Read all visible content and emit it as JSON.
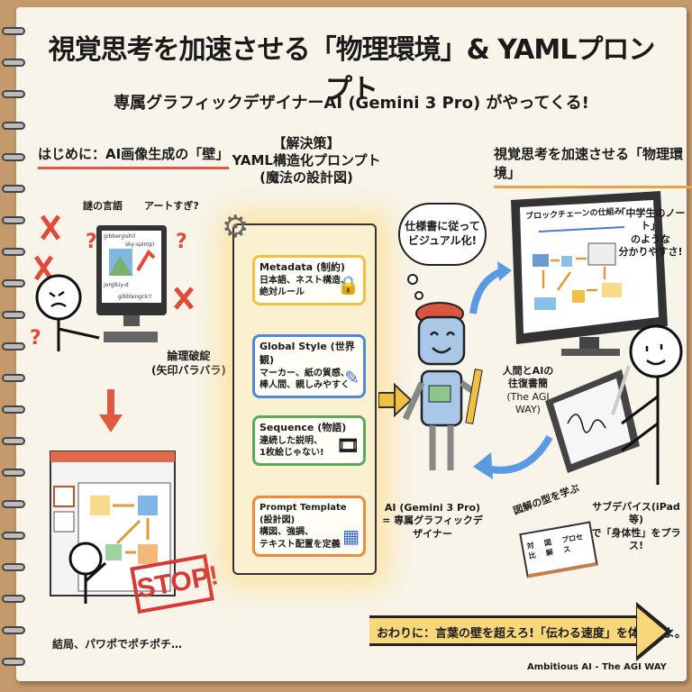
{
  "title": "視覚思考を加速させる「物理環境」& YAMLプロンプト",
  "subtitle": "専属グラフィックデザイナーAI (Gemini 3 Pro) がやってくる!",
  "left": {
    "heading": "はじめに：AI画像生成の「壁」",
    "label_mystery": "謎の言語",
    "label_too_artsy": "アートすぎ?",
    "label_logic_1": "論理破綻",
    "label_logic_2": "(矢印バラバラ)",
    "gibberish": [
      "gibbergishi!",
      "sky-spimp!",
      "jorglkiy-d",
      "gibblengck!!"
    ],
    "stop": "STOP!",
    "caption": "結局、パワポでポチポチ…"
  },
  "center": {
    "heading_1": "【解決策】",
    "heading_2": "YAML構造化プロンプト",
    "heading_3": "(魔法の設計図)",
    "boxes": [
      {
        "title": "Metadata (制約)",
        "line1": "日本語、ネスト構造、",
        "line2": "絶対ルール",
        "color": "#f0c040",
        "icon": "lock-icon"
      },
      {
        "title": "Global Style (世界観)",
        "line1": "マーカー、紙の質感、",
        "line2": "棒人間、親しみやすく",
        "color": "#4a8ad8",
        "icon": "pen-icon"
      },
      {
        "title": "Sequence (物語)",
        "line1": "連続した説明、",
        "line2": "1枚絵じゃない!",
        "color": "#5aaa5a",
        "icon": "film-icon"
      },
      {
        "title": "Prompt Template (設計図)",
        "line1": "構図、強調、",
        "line2": "テキスト配置を定義",
        "color": "#ee8a3a",
        "icon": "blueprint-icon"
      }
    ]
  },
  "right": {
    "heading": "視覚思考を加速させる「物理環境」",
    "thought_1": "仕様書に従って",
    "thought_2": "ビジュアル化!",
    "screen_title": "ブロックチェーンの仕組み",
    "note_1": "「中学生のノート」",
    "note_2": "のような",
    "note_3": "分かりやすさ!",
    "exchange_1": "人間とAIの",
    "exchange_2": "往復書簡",
    "exchange_3": "(The AGI WAY)",
    "ai_1": "AI (Gemini 3 Pro)",
    "ai_2": "= 専属グラフィックデザイナー",
    "learn": "図解の型を学ぶ",
    "book_words": [
      "対比",
      "図解",
      "プロセス"
    ],
    "device_1": "サブデバイス(iPad等)",
    "device_2": "で「身体性」をプラス!"
  },
  "footer": {
    "arrow_text": "おわりに：言葉の壁を超えろ!「伝わる速度」を体感せよ。",
    "credit": "Ambitious AI - The AGI WAY"
  }
}
